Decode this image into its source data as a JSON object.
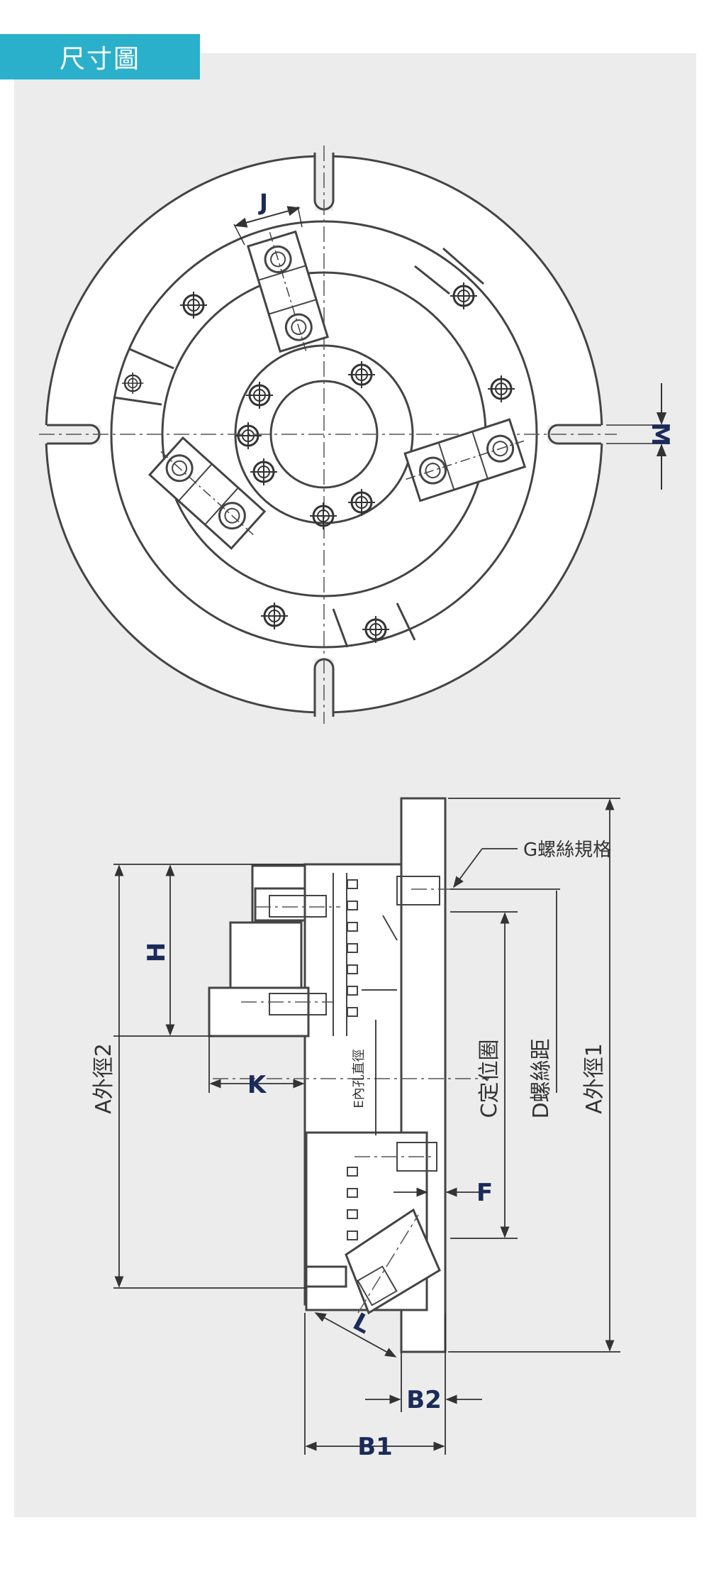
{
  "header": {
    "title": "尺寸圖"
  },
  "colors": {
    "accent": "#2bb0cb",
    "panel": "#ececec",
    "line": "#444444",
    "label": "#1a2b5a"
  },
  "front_view": {
    "labels": {
      "J": "J",
      "M": "M"
    }
  },
  "side_view": {
    "labels": {
      "G": "G螺絲規格",
      "H": "H",
      "K": "K",
      "E": "E內孔直徑",
      "C": "C定位圈",
      "D": "D螺絲距",
      "A1": "A外徑1",
      "A2": "A外徑2",
      "F": "F",
      "L": "L",
      "B1": "B1",
      "B2": "B2"
    }
  }
}
